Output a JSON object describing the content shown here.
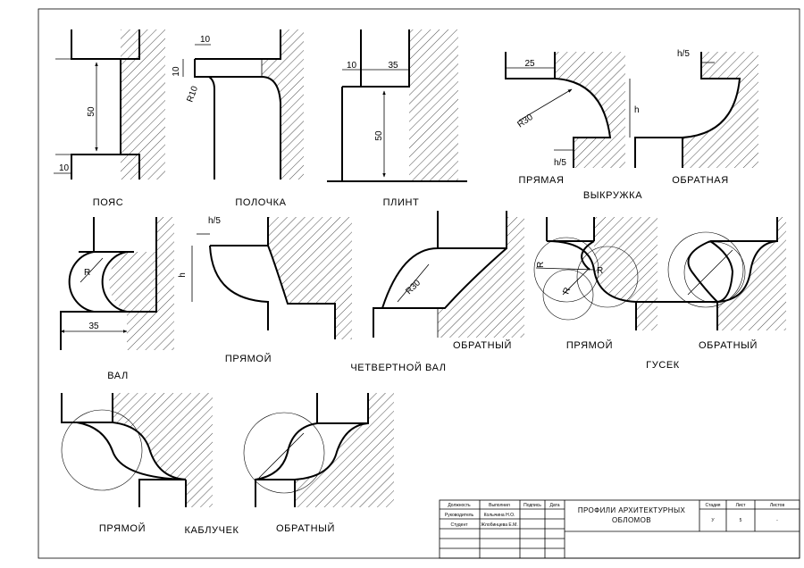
{
  "labels": {
    "poyas": "ПОЯС",
    "polochka": "ПОЛОЧКА",
    "plint": "ПЛИНТ",
    "vykruzhka": "ВЫКРУЖКА",
    "vykruzhka_pryamaya": "ПРЯМАЯ",
    "vykruzhka_obratnaya": "ОБРАТНАЯ",
    "val": "ВАЛ",
    "chetvertnoy_val": "ЧЕТВЕРТНОЙ ВАЛ",
    "chetvertnoy_pryamoy": "ПРЯМОЙ",
    "chetvertnoy_obratny": "ОБРАТНЫЙ",
    "gusek": "ГУСЕК",
    "gusek_pryamoy": "ПРЯМОЙ",
    "gusek_obratny": "ОБРАТНЫЙ",
    "kabluchek": "КАБЛУЧЕК",
    "kabluchek_pryamoy": "ПРЯМОЙ",
    "kabluchek_obratny": "ОБРАТНЫЙ"
  },
  "dims": {
    "poyas_height": "50",
    "poyas_bottom": "10",
    "polochka_top": "10",
    "polochka_side": "10",
    "polochka_radius": "R10",
    "plint_left": "10",
    "plint_width": "35",
    "plint_height": "50",
    "vyk_width": "25",
    "vyk_radius": "R30",
    "vyk_h5": "h/5",
    "vyk_h": "h",
    "vyk_obr_h5": "h/5",
    "val_radius": "R",
    "val_width": "35",
    "chet_h5": "h/5",
    "chet_h": "h",
    "chet_obr_radius": "R30",
    "gusek_r1": "R",
    "gusek_r2": "R",
    "gusek_r3": "R"
  },
  "title_block": {
    "col_headers": [
      "Должность",
      "Выполнил",
      "Подпись",
      "Дата"
    ],
    "rows": [
      [
        "Руководитель",
        "Колычина Н.О."
      ],
      [
        "Студент",
        "Жлобинцева Е.М."
      ]
    ],
    "title_line1": "ПРОФИЛИ АРХИТЕКТУРНЫХ",
    "title_line2": "ОБЛОМОВ",
    "right_headers": [
      "Стадия",
      "Лист",
      "Листов"
    ],
    "right_values": [
      "У",
      "5",
      "-"
    ]
  }
}
